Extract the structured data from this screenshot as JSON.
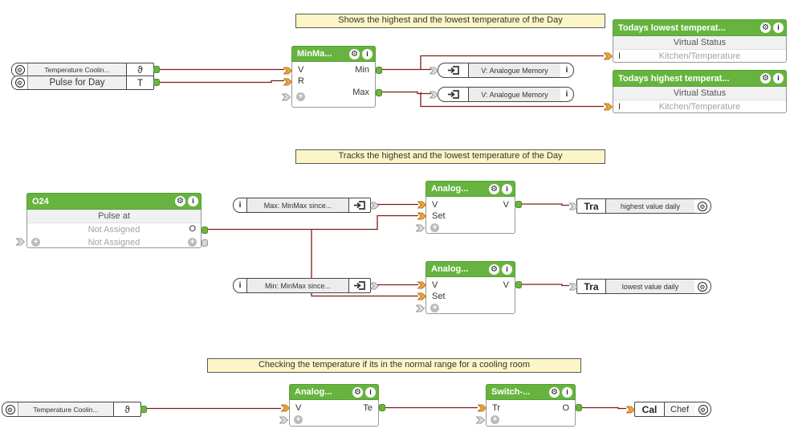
{
  "banners": {
    "top": "Shows the highest and the lowest temperature of the Day",
    "middle": "Tracks the highest and the lowest temperature of the Day",
    "bottom": "Checking the temperature if its in the normal range for a cooling room"
  },
  "icons": {
    "gear": "⚙",
    "info": "i",
    "plus": "+"
  },
  "sensor_top_temp": {
    "label": "Temperature Coolin...",
    "symbol": "ϑ"
  },
  "sensor_pulse": {
    "label": "Pulse for Day",
    "symbol": "T"
  },
  "sensor_bottom_temp": {
    "label": "Temperature Coolin...",
    "symbol": "ϑ"
  },
  "minmax": {
    "title": "MinMa...",
    "input_v": "V",
    "input_r": "R",
    "output_min": "Min",
    "output_max": "Max"
  },
  "am_ref": {
    "label": "V: Analogue Memory"
  },
  "status_lowest": {
    "title": "Todays lowest temperat...",
    "subtitle": "Virtual Status",
    "port": "I",
    "value": "Kitchen/Temperature"
  },
  "status_highest": {
    "title": "Todays highest temperat...",
    "subtitle": "Virtual Status",
    "port": "I",
    "value": "Kitchen/Temperature"
  },
  "o24": {
    "title": "O24",
    "row1": "Pulse at",
    "row2": "Not Assigned",
    "row3": "Not Assigned",
    "output": "O"
  },
  "max_ref": {
    "label": "Max: MinMax since..."
  },
  "min_ref": {
    "label": "Min: MinMax since..."
  },
  "analog_top": {
    "title": "Analog...",
    "input_v": "V",
    "input_set": "Set",
    "output": "V"
  },
  "analog_mid": {
    "title": "Analog...",
    "input_v": "V",
    "input_set": "Set",
    "output": "V"
  },
  "analog_bottom": {
    "title": "Analog...",
    "input_v": "V",
    "output": "Te"
  },
  "switch_block": {
    "title": "Switch-...",
    "input": "Tr",
    "output": "O"
  },
  "tra_highest": {
    "name": "Tra",
    "label": "highest value daily"
  },
  "tra_lowest": {
    "name": "Tra",
    "label": "lowest value daily"
  },
  "cal": {
    "name": "Cal",
    "label": "Chef"
  },
  "colors": {
    "header_green": "#66b43f",
    "wire": "#7b1d1d",
    "orange_connector": "#f2a33c",
    "banner_bg": "#fcf6c6"
  }
}
